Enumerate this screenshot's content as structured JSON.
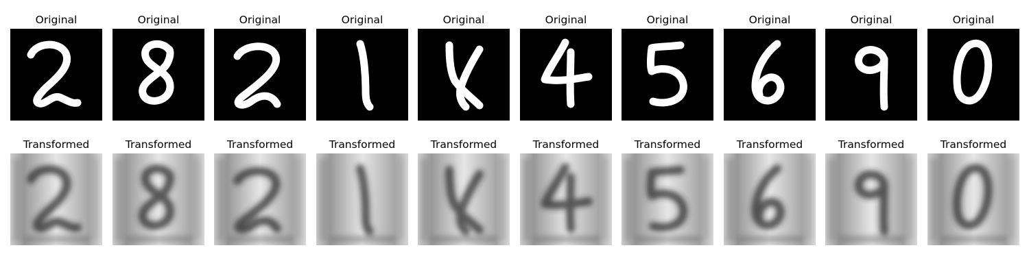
{
  "rows": [
    {
      "title": "Original",
      "digits": [
        "2",
        "8",
        "2",
        "1",
        "4",
        "4",
        "5",
        "6",
        "9",
        "0"
      ]
    },
    {
      "title": "Transformed",
      "digits": [
        "2",
        "8",
        "2",
        "1",
        "4",
        "4",
        "5",
        "6",
        "9",
        "0"
      ]
    }
  ],
  "colors": {
    "original_bg": "#000000",
    "original_fg": "#ffffff",
    "transformed_bg": "#e2e2e2",
    "transformed_fg": "#2a2a2a"
  }
}
